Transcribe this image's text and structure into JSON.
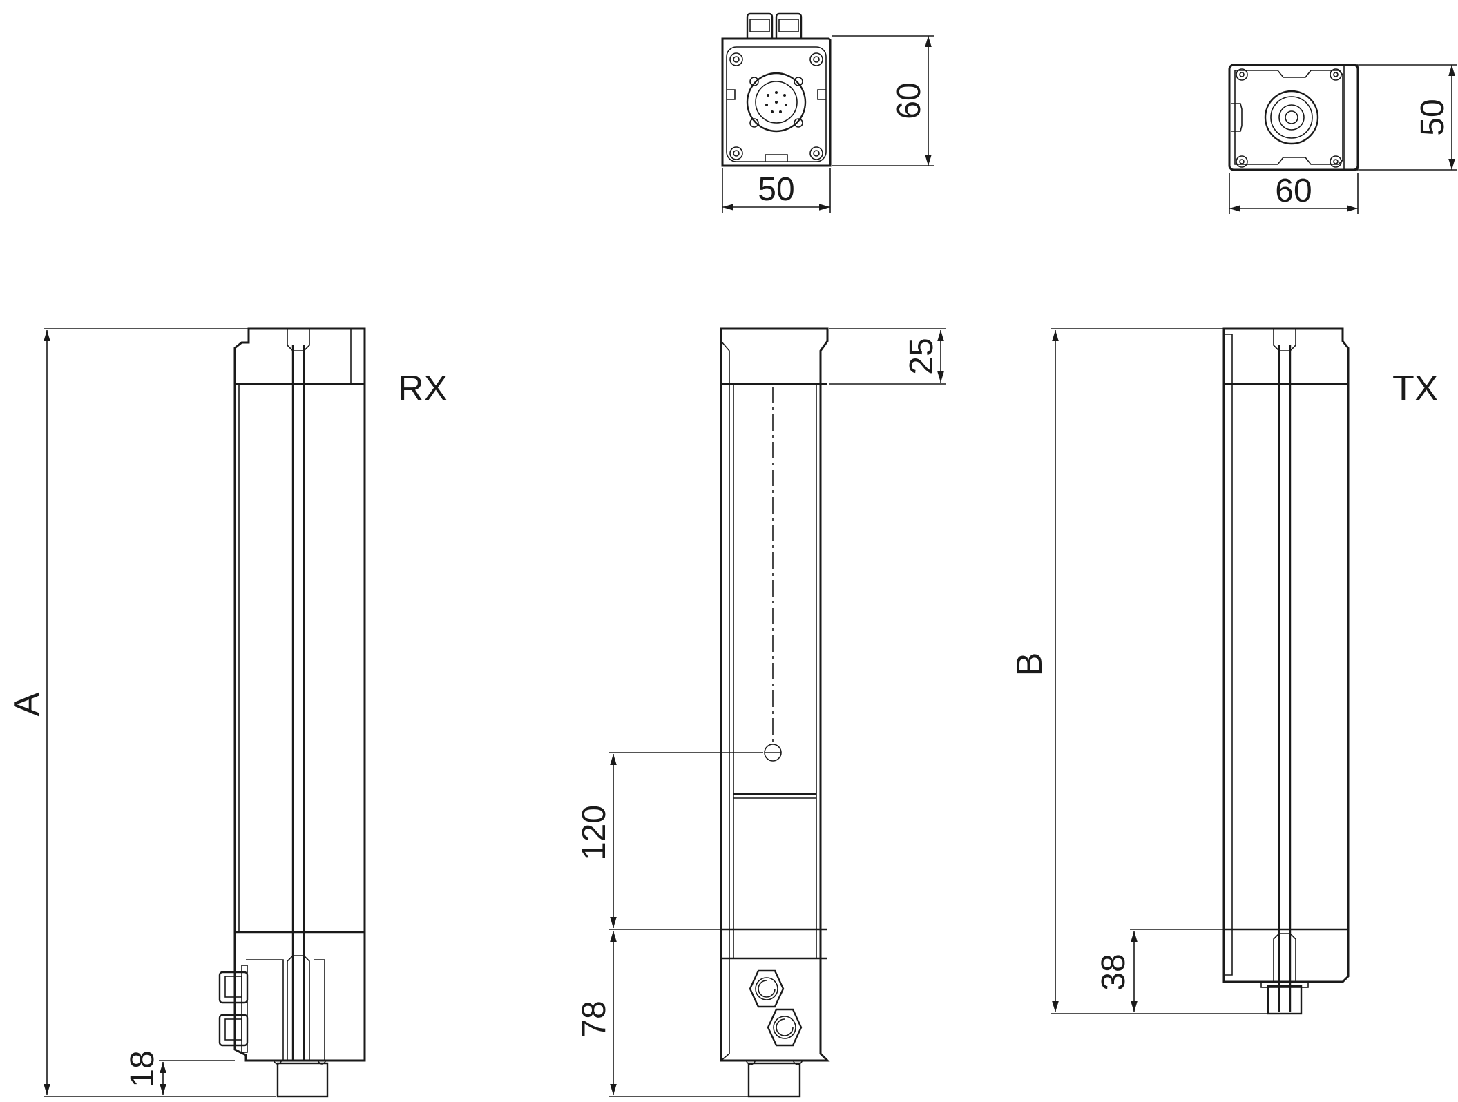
{
  "labels": {
    "rx": "RX",
    "tx": "TX",
    "dim_a": "A",
    "dim_b": "B"
  },
  "dimensions": {
    "top_connector_width": "50",
    "top_connector_height": "60",
    "top_tx_width": "60",
    "top_tx_height": "50",
    "front_top_offset": "25",
    "front_window_height": "120",
    "front_bottom_offset": "78",
    "rx_bottom_offset": "18",
    "tx_bottom_offset": "38"
  },
  "colors": {
    "line": "#1a1a1a",
    "background": "#ffffff"
  }
}
